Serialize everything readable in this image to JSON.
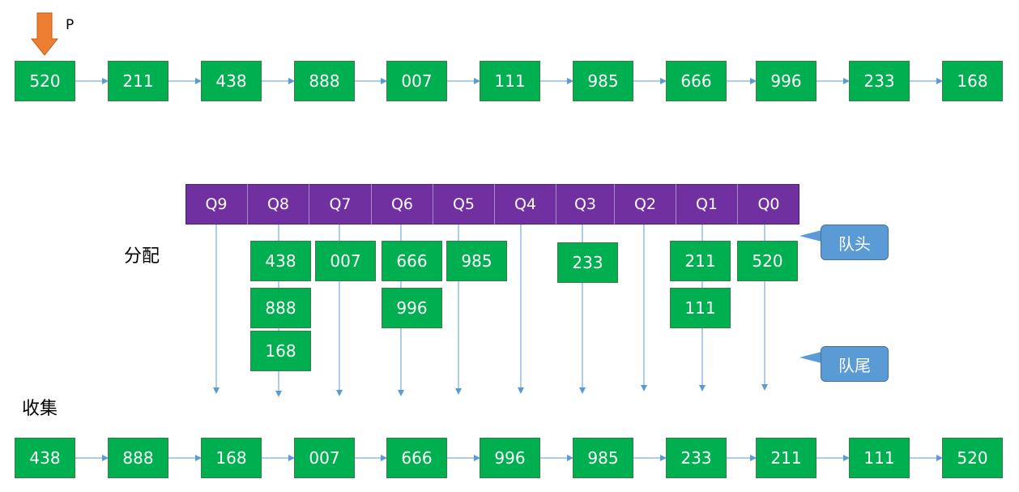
{
  "pointer_label": "P",
  "top_list": [
    "520",
    "211",
    "438",
    "888",
    "007",
    "111",
    "985",
    "666",
    "996",
    "233",
    "168"
  ],
  "queues": [
    "Q9",
    "Q8",
    "Q7",
    "Q6",
    "Q5",
    "Q4",
    "Q3",
    "Q2",
    "Q1",
    "Q0"
  ],
  "distribute_label": "分配",
  "collect_label": "收集",
  "head_callout": "队头",
  "tail_callout": "队尾",
  "queue_contents": {
    "Q9": [],
    "Q8": [
      "438",
      "888",
      "168"
    ],
    "Q7": [
      "007"
    ],
    "Q6": [
      "666",
      "996"
    ],
    "Q5": [
      "985"
    ],
    "Q4": [],
    "Q3": [
      "233"
    ],
    "Q2": [],
    "Q1": [
      "211",
      "111"
    ],
    "Q0": [
      "520"
    ]
  },
  "bottom_list": [
    "438",
    "888",
    "168",
    "007",
    "666",
    "996",
    "985",
    "233",
    "211",
    "111",
    "520"
  ],
  "colors": {
    "node": "#00b050",
    "queue_bar": "#7030a0",
    "pointer_arrow": "#ed7d31",
    "callout": "#5b9bd5",
    "connector": "#5b9bd5"
  }
}
